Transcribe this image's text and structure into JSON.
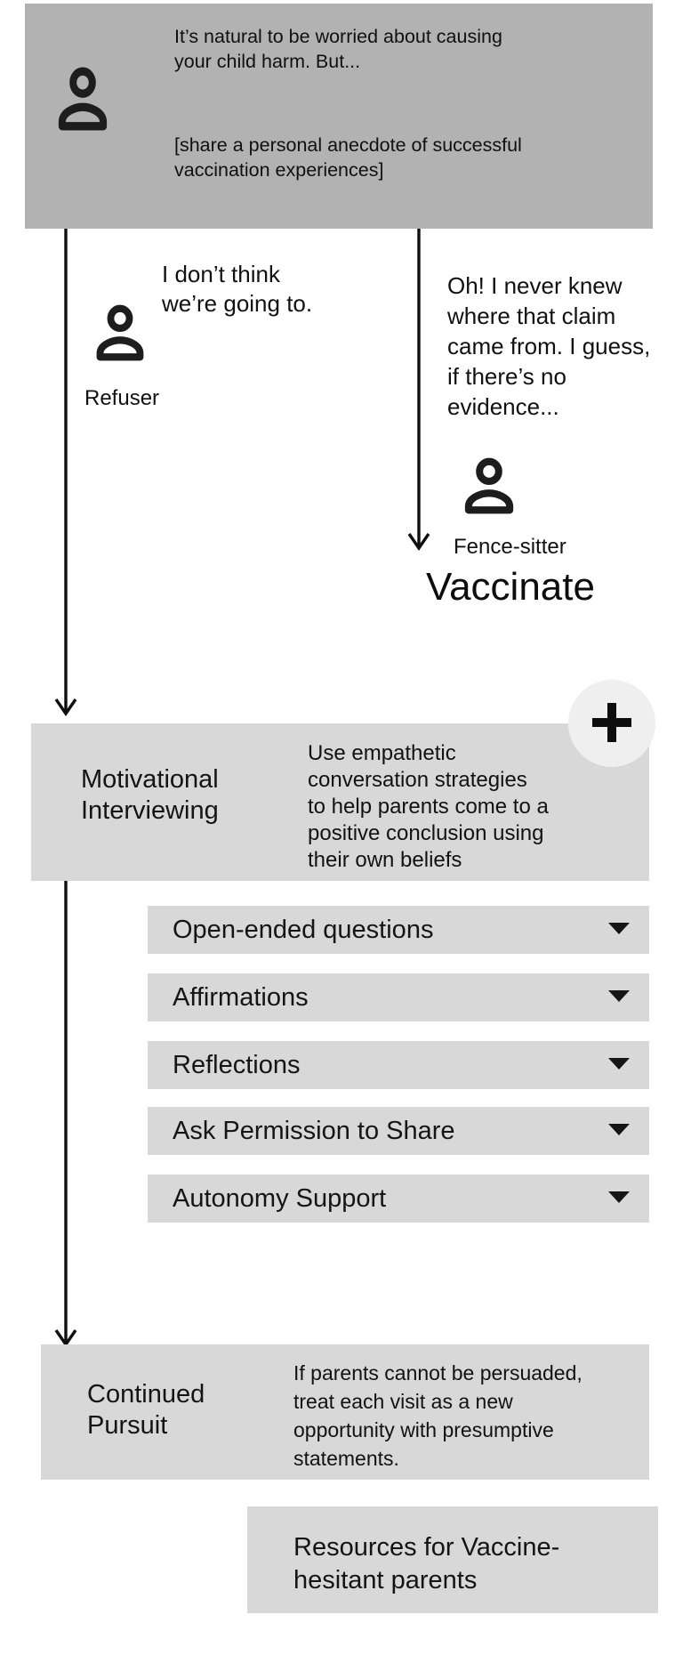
{
  "colors": {
    "top_card_bg": "#b2b2b2",
    "light_card_bg": "#d8d8d8",
    "plus_circle_bg": "#efefef",
    "ink": "#161616",
    "page_bg": "#ffffff"
  },
  "icons": {
    "person": "person-icon",
    "plus": "plus-icon",
    "chevron": "chevron-down-icon",
    "arrow": "arrow-down-icon"
  },
  "top_card": {
    "paragraph1": "It’s natural to be worried about causing\nyour child harm. But...",
    "paragraph2": "[share a personal anecdote of successful\nvaccination experiences]"
  },
  "refuser_branch": {
    "quote": "I don’t think\nwe’re going to.",
    "label": "Refuser"
  },
  "fence_sitter_branch": {
    "quote": "Oh! I never knew\nwhere that claim\ncame from. I guess,\nif there’s no\nevidence...",
    "label": "Fence-sitter",
    "outcome": "Vaccinate"
  },
  "motivational_interviewing": {
    "title": "Motivational\nInterviewing",
    "description": "Use empathetic\nconversation strategies\nto help parents come to a\npositive conclusion using\ntheir own beliefs",
    "add_button_label": "+"
  },
  "strategies": [
    {
      "label": "Open-ended questions"
    },
    {
      "label": "Affirmations"
    },
    {
      "label": "Reflections"
    },
    {
      "label": "Ask Permission to Share"
    },
    {
      "label": "Autonomy Support"
    }
  ],
  "continued_pursuit": {
    "title": "Continued\nPursuit",
    "description": "If parents cannot be persuaded,\ntreat each visit as a new\nopportunity with presumptive\nstatements."
  },
  "resources": {
    "label": "Resources for Vaccine-\nhesitant parents"
  }
}
